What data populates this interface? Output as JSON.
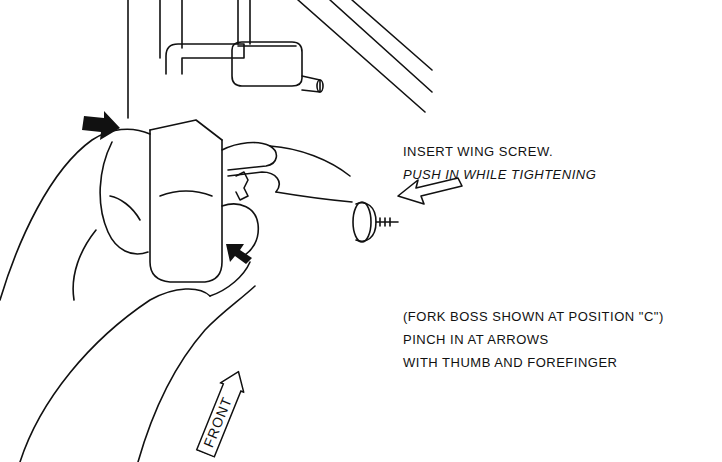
{
  "diagram": {
    "nodes": [
      {
        "text": [
          "FRONT"
        ]
      }
    ],
    "labels": [
      "INSERT WING SCREW.",
      "PUSH IN WHILE TIGHTENING",
      "(FORK BOSS SHOWN AT POSITION \"C\")",
      "PINCH IN AT ARROWS",
      "WITH THUMB AND FOREFINGER"
    ]
  }
}
